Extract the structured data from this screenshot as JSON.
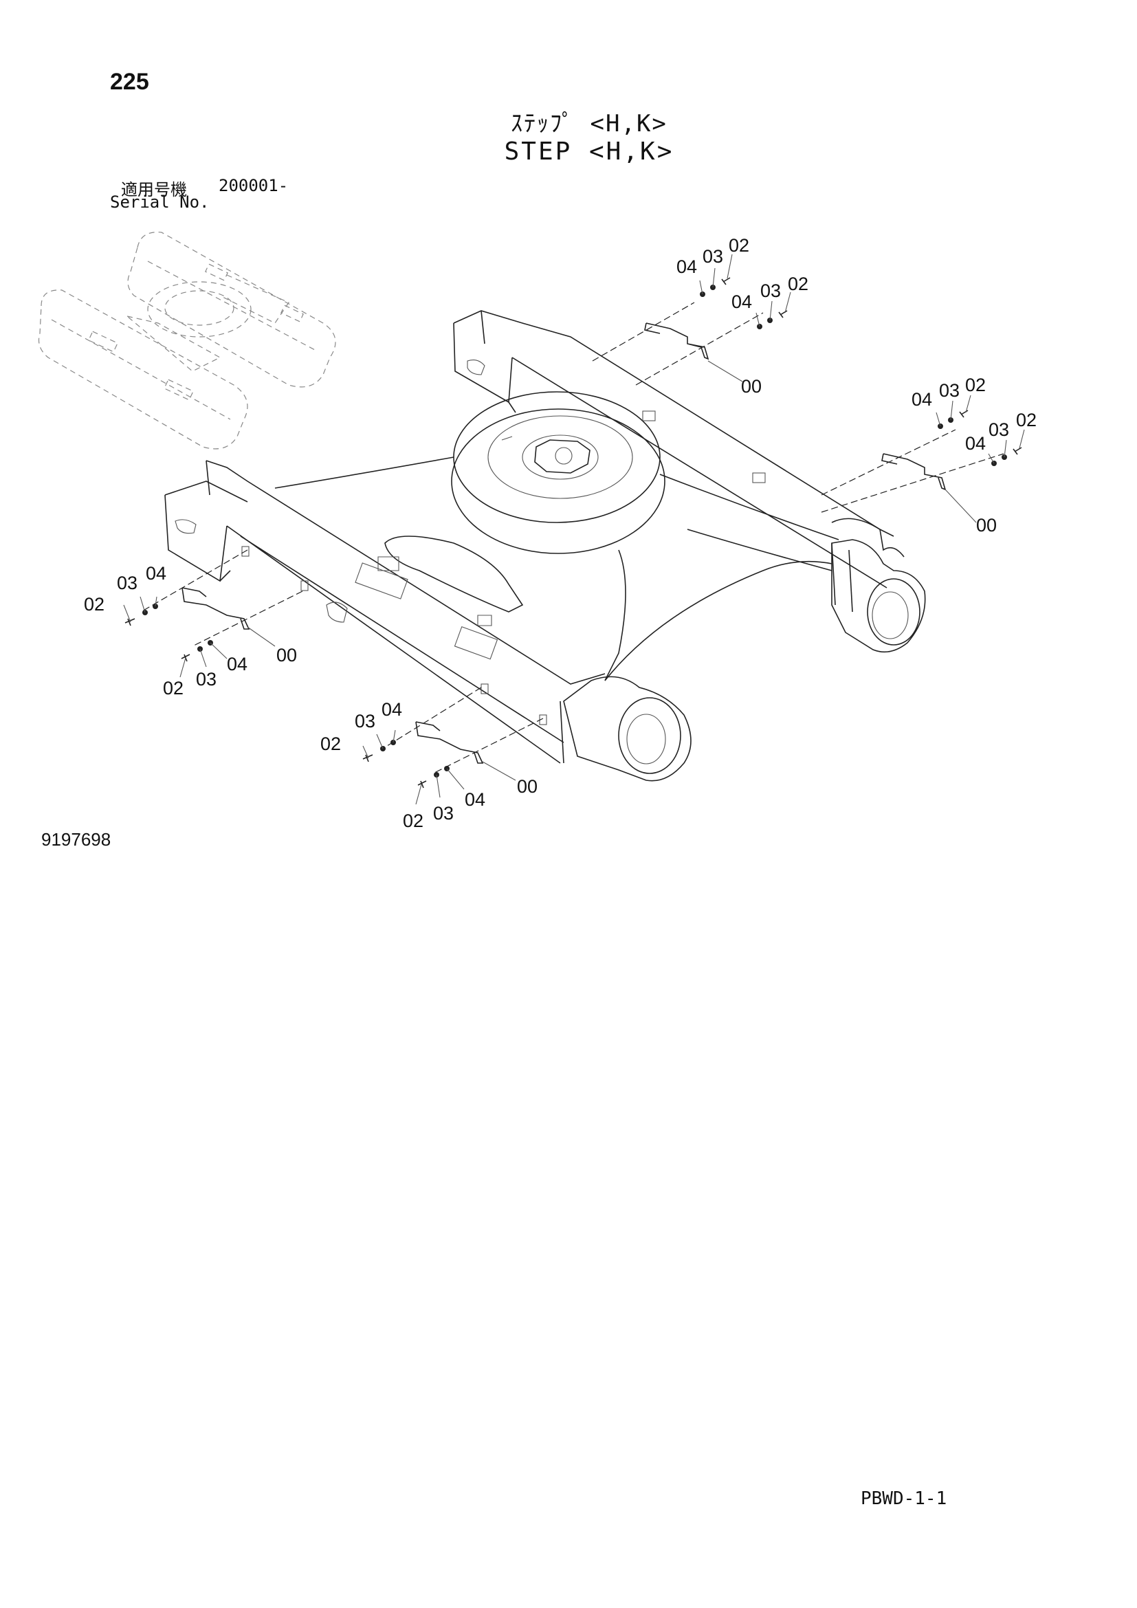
{
  "header": {
    "page_number": "225",
    "title_jp": "ｽﾃｯﾌﾟ <H,K>",
    "title_en": "STEP <H,K>",
    "serial_label_jp": "適用号機",
    "serial_range": "200001-",
    "serial_label_en": "Serial No."
  },
  "callouts": {
    "bracket": "00",
    "bolt": "02",
    "washer_a": "03",
    "washer_b": "04"
  },
  "footer": {
    "drawing_id": "9197698",
    "page_code": "PBWD-1-1"
  }
}
